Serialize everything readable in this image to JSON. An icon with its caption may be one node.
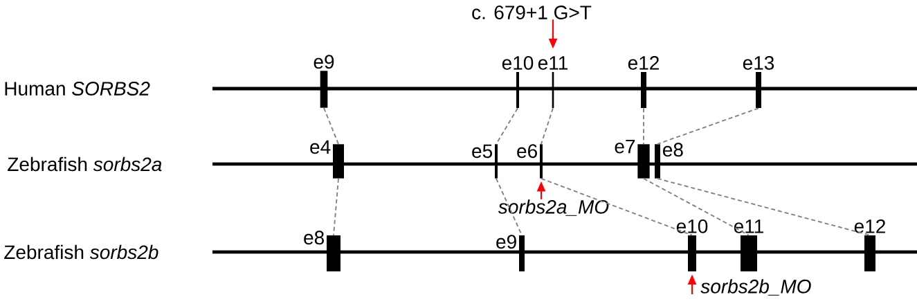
{
  "diagram": {
    "nodes": [
      {
        "text": [
          "c. 679+1 G>T"
        ]
      },
      {
        "text": [
          "e9"
        ]
      },
      {
        "text": [
          "e10"
        ]
      },
      {
        "text": [
          "e11"
        ]
      },
      {
        "text": [
          "e12"
        ]
      },
      {
        "text": [
          "e13"
        ]
      },
      {
        "text": [
          "e4"
        ]
      },
      {
        "text": [
          "e5"
        ]
      },
      {
        "text": [
          "e6"
        ]
      },
      {
        "text": [
          "e7"
        ]
      },
      {
        "text": [
          "e8"
        ]
      },
      {
        "text": [
          "sorbs2a_MO"
        ]
      },
      {
        "text": [
          "e8"
        ]
      },
      {
        "text": [
          "e9"
        ]
      },
      {
        "text": [
          "e10"
        ]
      },
      {
        "text": [
          "e11"
        ]
      },
      {
        "text": [
          "e12"
        ]
      },
      {
        "text": [
          "sorbs2b_MO"
        ]
      }
    ],
    "edges": [
      {
        "from": 0,
        "to": 3,
        "arrow": "to",
        "color": "#ff0000"
      },
      {
        "from": 1,
        "to": 6,
        "arrow": "none",
        "style": "dashed"
      },
      {
        "from": 2,
        "to": 7,
        "arrow": "none",
        "style": "dashed"
      },
      {
        "from": 3,
        "to": 8,
        "arrow": "none",
        "style": "dashed"
      },
      {
        "from": 4,
        "to": 9,
        "arrow": "none",
        "style": "dashed"
      },
      {
        "from": 5,
        "to": 10,
        "arrow": "none",
        "style": "dashed"
      },
      {
        "from": 11,
        "to": 8,
        "arrow": "to",
        "color": "#ff0000"
      },
      {
        "from": 6,
        "to": 12,
        "arrow": "none",
        "style": "dashed"
      },
      {
        "from": 7,
        "to": 13,
        "arrow": "none",
        "style": "dashed"
      },
      {
        "from": 8,
        "to": 14,
        "arrow": "none",
        "style": "dashed"
      },
      {
        "from": 9,
        "to": 15,
        "arrow": "none",
        "style": "dashed"
      },
      {
        "from": 10,
        "to": 16,
        "arrow": "none",
        "style": "dashed"
      },
      {
        "from": 17,
        "to": 14,
        "arrow": "to",
        "color": "#ff0000"
      }
    ],
    "labels": [
      "Human *SORBS2*",
      "Zebrafish *sorbs2a*",
      "Zebrafish *sorbs2b*"
    ]
  }
}
